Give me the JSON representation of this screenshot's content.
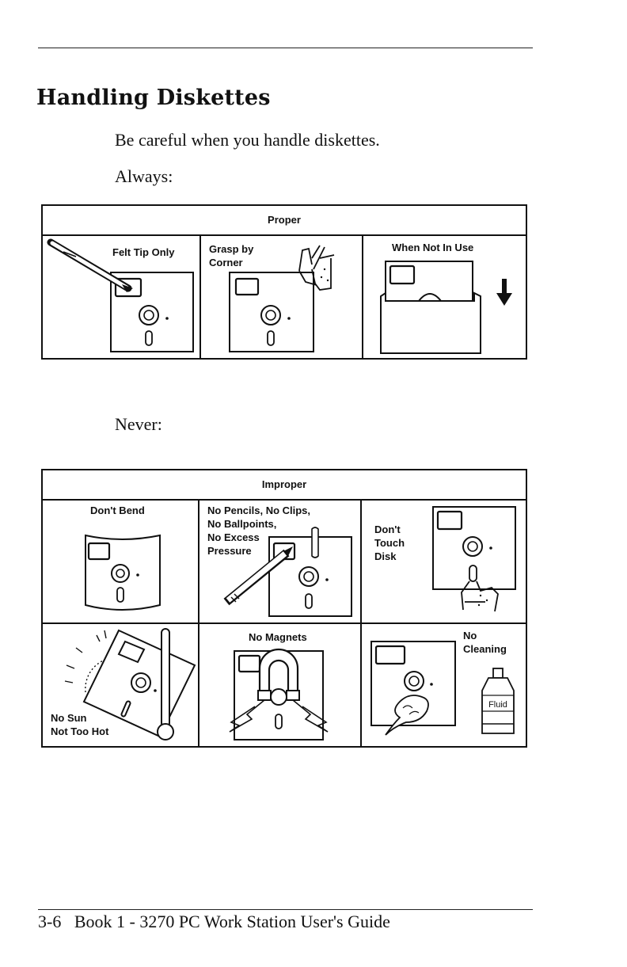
{
  "page": {
    "title": "Handling Diskettes",
    "intro": "Be careful when you handle diskettes.",
    "always": "Always:",
    "never": "Never:",
    "footer": "3-6   Book 1 - 3270 PC Work Station User's Guide"
  },
  "proper": {
    "header": "Proper",
    "cells": [
      {
        "label": "Felt Tip Only",
        "icon": "felt-tip-pen-on-diskette-icon"
      },
      {
        "label": "Grasp by\nCorner",
        "icon": "hand-grasping-diskette-icon"
      },
      {
        "label": "When Not In Use",
        "icon": "diskette-in-envelope-icon"
      }
    ]
  },
  "improper": {
    "header": "Improper",
    "cells": [
      {
        "label": "Don't Bend",
        "icon": "bent-diskette-icon"
      },
      {
        "label": "No Pencils, No Clips,\nNo Ballpoints,\nNo Excess\nPressure",
        "icon": "pencil-on-diskette-icon"
      },
      {
        "label": "Don't\nTouch\nDisk",
        "icon": "finger-touching-disk-icon"
      },
      {
        "label": "No Sun\nNot Too Hot",
        "icon": "sun-thermometer-diskette-icon"
      },
      {
        "label": "No Magnets",
        "icon": "magnet-diskette-icon"
      },
      {
        "label": "No\nCleaning",
        "icon": "cleaning-fluid-diskette-icon"
      }
    ],
    "fluid_label": "Fluid"
  }
}
